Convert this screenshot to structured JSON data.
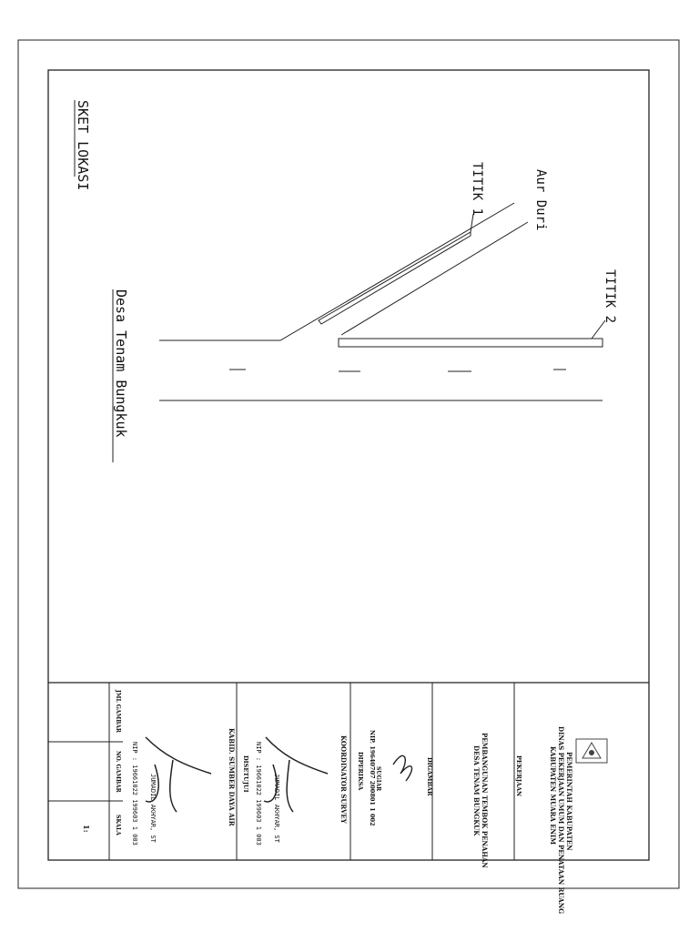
{
  "drawing": {
    "title": "SKET LOKASI",
    "labels": {
      "river": "Aur Duri",
      "point1": "TITIK 1",
      "point2": "TITIK 2",
      "village": "Desa Tenam Bungkuk"
    }
  },
  "title_block": {
    "agency": {
      "line1": "PEMERINTAH KABUPATEN",
      "line2": "DINAS PEKERJAAN UMUM DAN PENATAAN RUANG",
      "line3": "KABUPATEN MUARA ENIM"
    },
    "job": {
      "header": "PEKERJAAN",
      "line1": "PEMBANGUNAN TEMBOK PENAHAN",
      "line2": "DESA TENAM BUNGKUK"
    },
    "drawn": {
      "header": "DIGAMBAR",
      "name": "SUGIAR",
      "nip": "NIP. 19640707 200801 1 002"
    },
    "checked": {
      "header": "DIPERIKSA",
      "role": "KOORDINATOR SURVEY"
    },
    "approved": {
      "header": "DISETUJUI",
      "name": "JUMADIL AKHYAR, ST",
      "nip": "NIP : 19661022 199603 1 003"
    },
    "head": {
      "role": "KABID. SUMBER DAYA AIR",
      "name": "JUMADIL AKHYAR, ST",
      "nip": "NIP : 19661022 199603 1 003"
    },
    "footer": {
      "name_label": "JML GAMBAR",
      "no_label": "NO. GAMBAR",
      "scale_label": "SKALA",
      "scale_value": "1:"
    }
  }
}
